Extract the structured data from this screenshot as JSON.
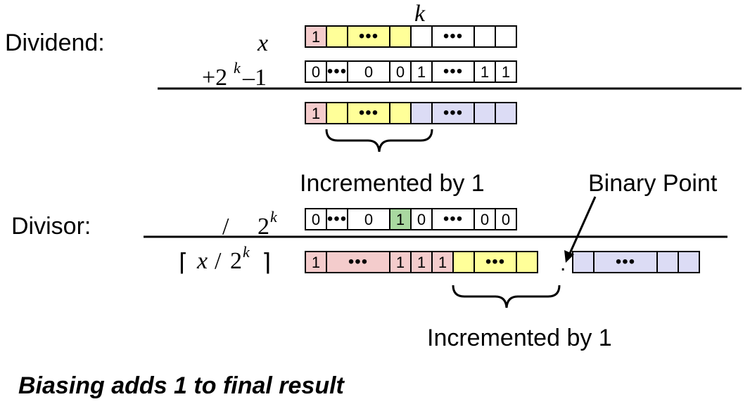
{
  "labels": {
    "dividend": "Dividend:",
    "divisor": "Divisor:",
    "incremented_top": "Incremented by 1",
    "incremented_bottom": "Incremented by 1",
    "binary_point": "Binary Point",
    "footer": "Biasing adds 1 to final result"
  },
  "math": {
    "k_marker": "k",
    "x": "x",
    "plus_2": "+2",
    "k_sup_1": "k",
    "minus_1": "–1",
    "slash": "/",
    "two": "2",
    "k_sup_2": "k",
    "ceil_left": "⌈",
    "ceil_expr_x": "x",
    "ceil_slash": "/",
    "ceil_two": "2",
    "ceil_k_sup": "k",
    "ceil_right": "⌉",
    "dot": "."
  },
  "colors": {
    "sign_pink": "#f4cccc",
    "yellow": "#ffff99",
    "lavender": "#dcdcf5",
    "green": "#a9d8a0",
    "white": "#ffffff"
  },
  "rows": {
    "x": [
      {
        "t": "1",
        "c": "sign_pink"
      },
      {
        "t": "",
        "c": "yellow"
      },
      {
        "t": "•••",
        "c": "yellow"
      },
      {
        "t": "",
        "c": "yellow"
      },
      {
        "t": "",
        "c": "white"
      },
      {
        "t": "•••",
        "c": "white"
      },
      {
        "t": "",
        "c": "white"
      },
      {
        "t": "",
        "c": "white"
      }
    ],
    "bias": [
      {
        "t": "0",
        "c": "white"
      },
      {
        "t": "•••",
        "c": "white"
      },
      {
        "t": "0",
        "c": "white"
      },
      {
        "t": "0",
        "c": "white"
      },
      {
        "t": "1",
        "c": "white"
      },
      {
        "t": "•••",
        "c": "white"
      },
      {
        "t": "1",
        "c": "white"
      },
      {
        "t": "1",
        "c": "white"
      }
    ],
    "sum": [
      {
        "t": "1",
        "c": "sign_pink"
      },
      {
        "t": "",
        "c": "yellow"
      },
      {
        "t": "•••",
        "c": "yellow"
      },
      {
        "t": "",
        "c": "yellow"
      },
      {
        "t": "",
        "c": "lavender"
      },
      {
        "t": "•••",
        "c": "lavender"
      },
      {
        "t": "",
        "c": "lavender"
      },
      {
        "t": "",
        "c": "lavender"
      }
    ],
    "divisor": [
      {
        "t": "0",
        "c": "white"
      },
      {
        "t": "•••",
        "c": "white"
      },
      {
        "t": "0",
        "c": "white"
      },
      {
        "t": "1",
        "c": "green"
      },
      {
        "t": "0",
        "c": "white"
      },
      {
        "t": "•••",
        "c": "white"
      },
      {
        "t": "0",
        "c": "white"
      },
      {
        "t": "0",
        "c": "white"
      }
    ],
    "result_int": [
      {
        "t": "1",
        "c": "sign_pink"
      },
      {
        "t": "•••",
        "c": "sign_pink"
      },
      {
        "t": "1",
        "c": "sign_pink"
      },
      {
        "t": "1",
        "c": "sign_pink"
      },
      {
        "t": "1",
        "c": "sign_pink"
      },
      {
        "t": "",
        "c": "yellow"
      },
      {
        "t": "•••",
        "c": "yellow"
      },
      {
        "t": "",
        "c": "yellow"
      }
    ],
    "result_frac": [
      {
        "t": "",
        "c": "lavender"
      },
      {
        "t": "•••",
        "c": "lavender"
      },
      {
        "t": "",
        "c": "lavender"
      },
      {
        "t": "",
        "c": "lavender"
      }
    ]
  }
}
